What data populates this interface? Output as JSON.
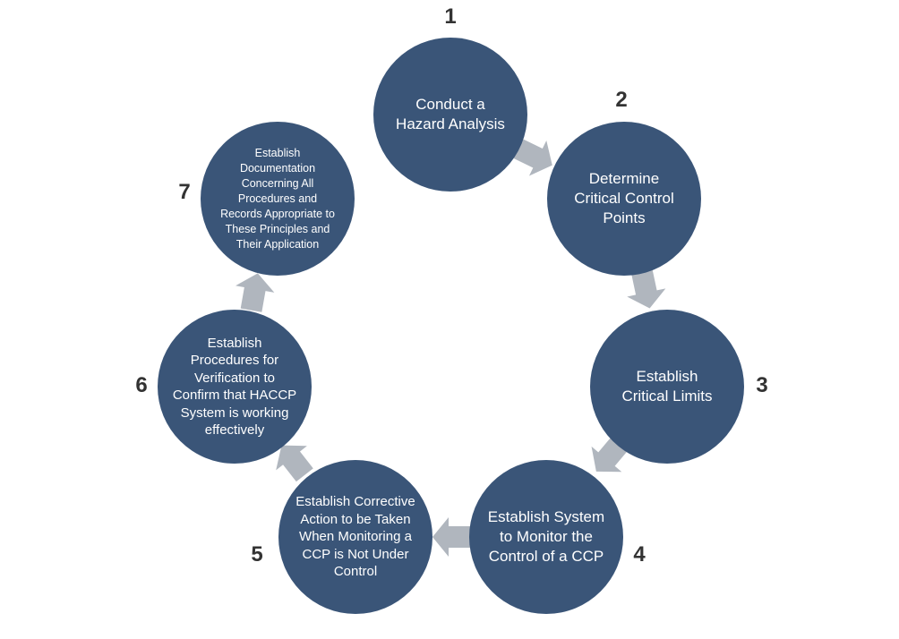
{
  "diagram": {
    "type": "cycle",
    "colors": {
      "circle_fill": "#3a5578",
      "arrow_fill": "#b0b6be",
      "step_number": "#333333",
      "circle_text": "#ffffff"
    },
    "steps": [
      {
        "number": "1",
        "label": "Conduct a\nHazard Analysis"
      },
      {
        "number": "2",
        "label": "Determine\nCritical Control\nPoints"
      },
      {
        "number": "3",
        "label": "Establish\nCritical Limits"
      },
      {
        "number": "4",
        "label": "Establish System\nto Monitor the\nControl of a CCP"
      },
      {
        "number": "5",
        "label": "Establish Corrective\nAction to be Taken\nWhen Monitoring a\nCCP is Not Under\nControl"
      },
      {
        "number": "6",
        "label": "Establish\nProcedures for\nVerification to\nConfirm that HACCP\nSystem is working\neffectively"
      },
      {
        "number": "7",
        "label": "Establish\nDocumentation\nConcerning All\nProcedures and\nRecords Appropriate to\nThese Principles and\nTheir Application"
      }
    ],
    "connectors": [
      {
        "from": "1",
        "to": "2",
        "icon": "arrow-icon"
      },
      {
        "from": "2",
        "to": "3",
        "icon": "arrow-icon"
      },
      {
        "from": "3",
        "to": "4",
        "icon": "arrow-icon"
      },
      {
        "from": "4",
        "to": "5",
        "icon": "arrow-icon"
      },
      {
        "from": "5",
        "to": "6",
        "icon": "arrow-icon"
      },
      {
        "from": "6",
        "to": "7",
        "icon": "arrow-icon"
      }
    ]
  }
}
